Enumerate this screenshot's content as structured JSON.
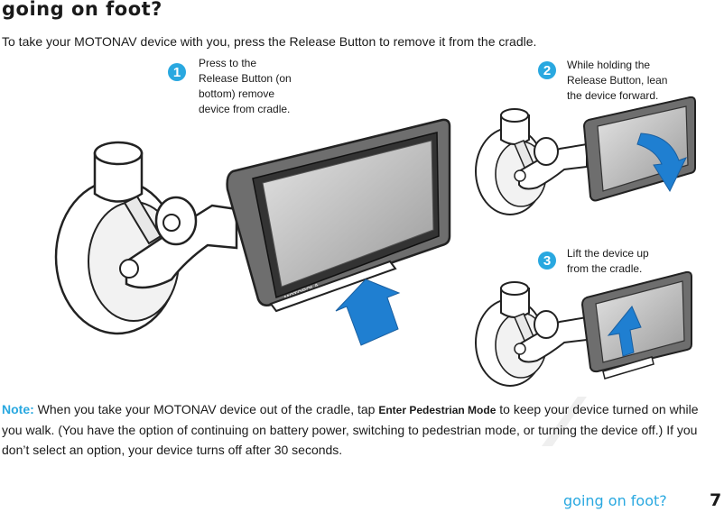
{
  "title": "going on foot?",
  "intro": "To take your MOTONAV device with you, press the Release Button to remove it from the cradle.",
  "steps": [
    {
      "number": "1",
      "lines": [
        "Press to the",
        "Release Button (on",
        "bottom) remove",
        "device from cradle."
      ]
    },
    {
      "number": "2",
      "lines": [
        "While holding the",
        "Release Button, lean",
        "the device forward."
      ]
    },
    {
      "number": "3",
      "lines": [
        "Lift the device up",
        "from the cradle."
      ]
    }
  ],
  "device_brand": "MOTOROLA",
  "note": {
    "label": "Note:",
    "text_before": " When you take your MOTONAV device out of the cradle, tap ",
    "command": "Enter Pedestrian Mode",
    "text_after": " to keep your device turned on while you walk. (You have the option of continuing on battery power, switching to pedestrian mode, or turning the device off.) If you don’t select an option, your device turns off after 30 seconds."
  },
  "footer": {
    "section_title": "going on foot?",
    "page_number": "7"
  },
  "colors": {
    "accent": "#29a8e0",
    "arrow": "#1f7fd1",
    "text": "#1a1a1a"
  }
}
